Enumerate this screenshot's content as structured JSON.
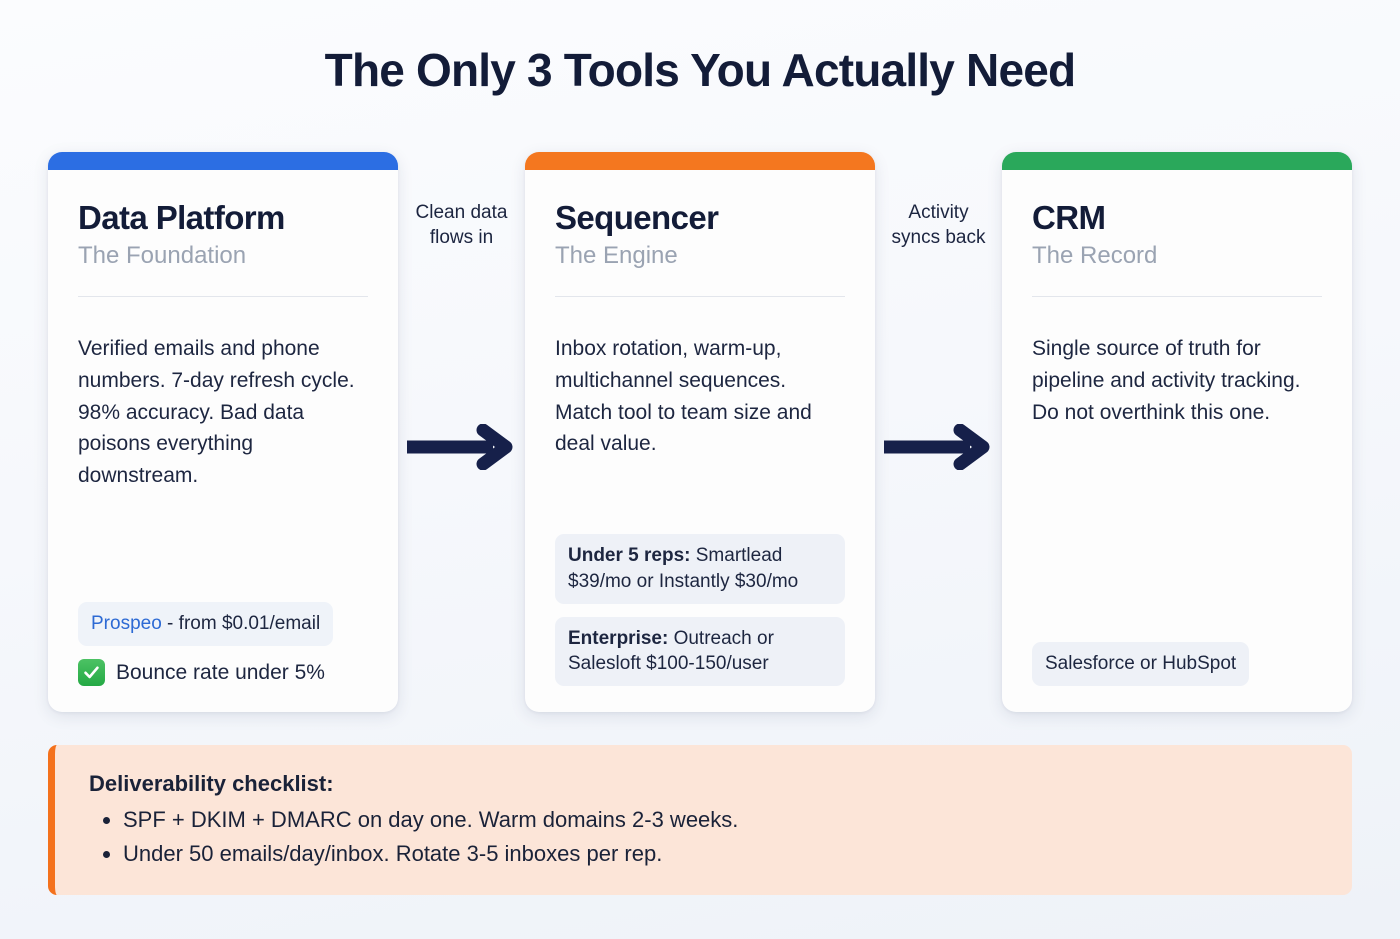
{
  "page": {
    "title": "The Only 3 Tools You Actually Need",
    "background_color": "#f6f8fc"
  },
  "cards": [
    {
      "accent_color": "#2c6ee3",
      "title": "Data Platform",
      "subtitle": "The Foundation",
      "description": "Verified emails and phone numbers. 7-day refresh cycle. 98% accuracy. Bad data poisons everything downstream.",
      "chip_link": "Prospeo",
      "chip_rest": " - from $0.01/email",
      "check_label": "Bounce rate under 5%",
      "check_icon": "green-check-icon"
    },
    {
      "accent_color": "#f4771f",
      "title": "Sequencer",
      "subtitle": "The Engine",
      "description": "Inbox rotation, warm-up, multichannel sequences. Match tool to team size and deal value.",
      "chips": [
        {
          "bold": "Under 5 reps:",
          "rest": " Smartlead $39/mo or Instantly $30/mo"
        },
        {
          "bold": "Enterprise:",
          "rest": " Outreach or Salesloft $100-150/user"
        }
      ]
    },
    {
      "accent_color": "#2aa85b",
      "title": "CRM",
      "subtitle": "The Record",
      "description": "Single source of truth for pipeline and activity tracking. Do not overthink this one.",
      "chip": "Salesforce or HubSpot"
    }
  ],
  "connectors": [
    {
      "label": "Clean data\nflows in",
      "icon": "arrow-right-icon"
    },
    {
      "label": "Activity\nsyncs back",
      "icon": "arrow-right-icon"
    }
  ],
  "callout": {
    "title": "Deliverability checklist:",
    "accent_color": "#f4711c",
    "background_color": "#fce5d8",
    "items": [
      "SPF + DKIM + DMARC on day one. Warm domains 2-3 weeks.",
      "Under 50 emails/day/inbox. Rotate 3-5 inboxes per rep."
    ]
  }
}
